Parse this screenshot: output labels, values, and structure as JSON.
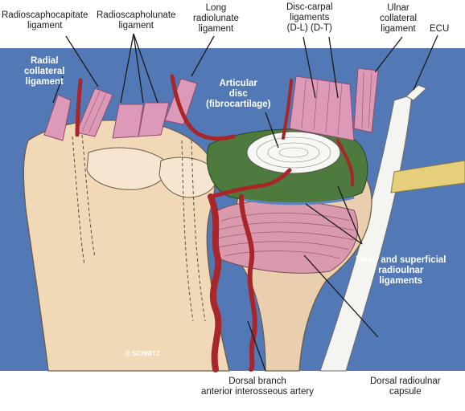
{
  "labels": {
    "radioscaphocapitate": [
      "Radioscaphocapitate",
      "ligament"
    ],
    "radioscapholunate": [
      "Radioscapholunate",
      "ligament"
    ],
    "long_radiolunate": [
      "Long",
      "radiolunate",
      "ligament"
    ],
    "disc_carpal": [
      "Disc-carpal",
      "ligaments",
      "(D-L)   (D-T)"
    ],
    "ulnar_collateral": [
      "Ulnar",
      "collateral",
      "ligament"
    ],
    "ecu": [
      "ECU"
    ],
    "radial_collateral": [
      "Radial",
      "collateral",
      "ligament"
    ],
    "articular_disc": [
      "Articular",
      "disc",
      "(fibrocartilage)"
    ],
    "deep_superficial": [
      "Deep and superficial",
      "radioulnar",
      "ligaments"
    ],
    "dorsal_branch": [
      "Dorsal branch",
      "anterior interosseous artery"
    ],
    "dorsal_capsule": [
      "Dorsal radioulnar",
      "capsule"
    ]
  },
  "credit": "© SCHNITZ",
  "colors": {
    "background_blue": "#5278b6",
    "bone": "#f1d9b8",
    "ligament_pink": "#dd9ab8",
    "artery_red": "#a8262a",
    "disc_white": "#f7f7f4",
    "radioulnar_green": "#4e7a3e",
    "tendon_white": "#f4f4f0",
    "tendon_yellow": "#e6cf7a"
  }
}
